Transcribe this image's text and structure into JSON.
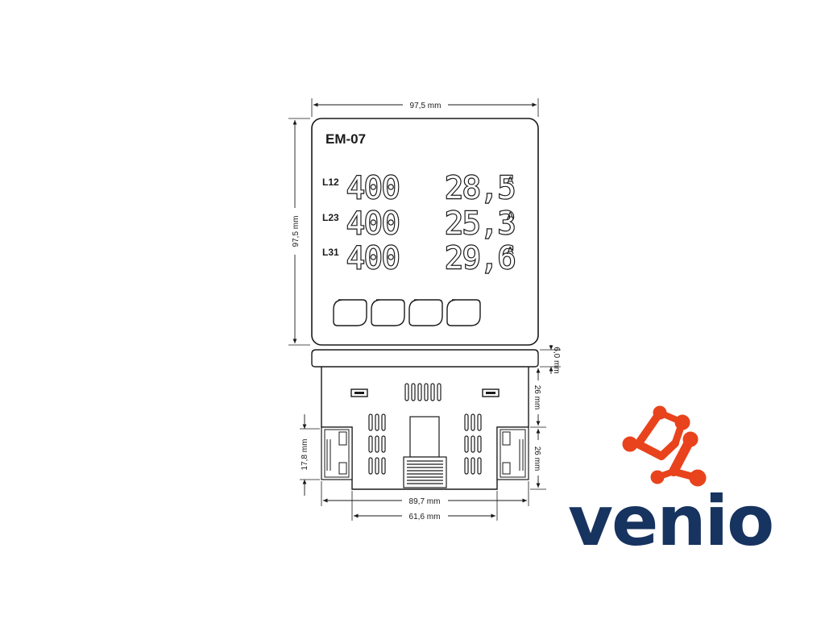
{
  "front_panel": {
    "model": "EM-07",
    "rows": [
      {
        "label": "L12",
        "voltage": "400",
        "current": "28,5",
        "unit": "A"
      },
      {
        "label": "L23",
        "voltage": "400",
        "current": "25,3",
        "unit": "A"
      },
      {
        "label": "L31",
        "voltage": "400",
        "current": "29,6",
        "unit": "A"
      }
    ],
    "button_count": 4
  },
  "dimensions": {
    "front_width": "97,5 mm",
    "front_height": "97,5 mm",
    "bezel_depth": "6,0 mm",
    "upper_section": "26 mm",
    "lower_section": "26 mm",
    "clip_height": "17,8 mm",
    "body_width": "89,7 mm",
    "connector_width": "61,6 mm"
  },
  "brand": {
    "name": "venio",
    "colors": {
      "text": "#17335f",
      "molecule": "#e8431c"
    },
    "icon": "molecule-logo-icon"
  },
  "colors": {
    "line": "#1a1a1a",
    "background": "#ffffff"
  }
}
